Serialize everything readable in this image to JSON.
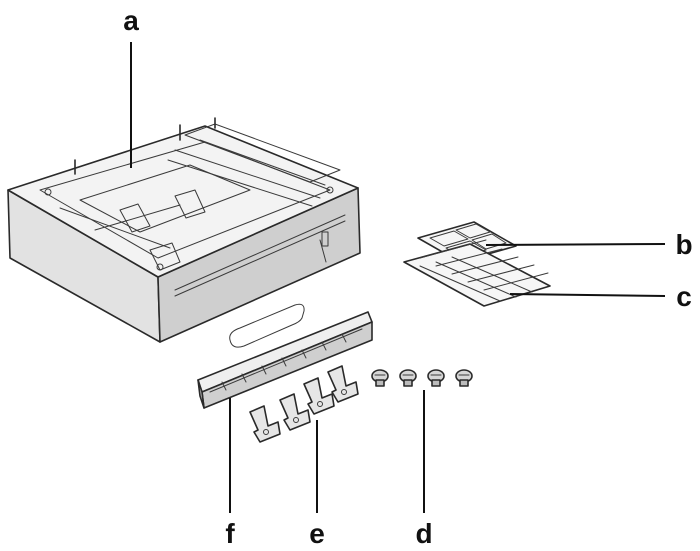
{
  "diagram": {
    "callouts": {
      "a": "a",
      "b": "b",
      "c": "c",
      "d": "d",
      "e": "e",
      "f": "f"
    },
    "colors": {
      "line": "#111111",
      "outline": "#2a2a2a",
      "body_light": "#f4f4f4",
      "body_mid": "#dedede",
      "body_dark": "#bdbdbd"
    }
  }
}
